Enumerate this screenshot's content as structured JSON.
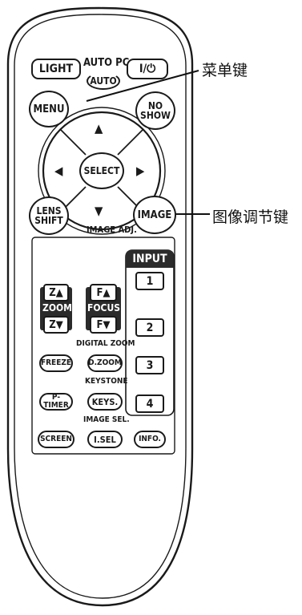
{
  "annotations": {
    "menu_key": "菜单键",
    "image_adjust_key": "图像调节键"
  },
  "top_row": {
    "light": "LIGHT",
    "auto_pc": "AUTO PC",
    "auto": "AUTO",
    "power": "I/⏻"
  },
  "menu": "MENU",
  "no_show": "NO\nSHOW",
  "dpad": {
    "select": "SELECT",
    "up": "▲",
    "down": "▼",
    "left": "◀",
    "right": "▶"
  },
  "lens_shift": "LENS\nSHIFT",
  "image": "IMAGE",
  "image_adj_label": "IMAGE ADJ.",
  "input": {
    "title": "INPUT",
    "buttons": [
      "1",
      "2",
      "3",
      "4"
    ]
  },
  "zoom": {
    "up": "Z▲",
    "label": "ZOOM",
    "down": "Z▼"
  },
  "focus": {
    "up": "F▲",
    "label": "FOCUS",
    "down": "F▼"
  },
  "digital_zoom_label": "DIGITAL ZOOM",
  "freeze": "FREEZE",
  "dzoom": "D.ZOOM",
  "keystone_label": "KEYSTONE",
  "ptimer": "P-TIMER",
  "keys": "KEYS.",
  "image_sel_label": "IMAGE SEL.",
  "screen": "SCREEN",
  "isel": "I.SEL",
  "info": "INFO."
}
